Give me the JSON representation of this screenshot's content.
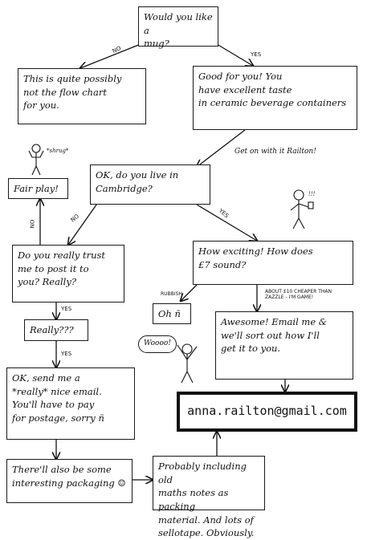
{
  "boxes": {
    "mug": "Would you like a\nmug?",
    "not_for_you": "This is quite possibly\nnot the flow chart\nfor you.",
    "good_for_you": "Good for you! You\nhave excellent taste\nin ceramic beverage containers",
    "cambridge": "OK, do you live in\nCambridge?",
    "fair_play": "Fair play!",
    "post_it": "Do you really trust\nme to post it to\nyou? Really?",
    "how_exciting": "How exciting! How does\n£7 sound?",
    "oh": "Oh ñ",
    "really": "Really???",
    "awesome": "Awesome! Email me &\nwe'll sort out how I'll\nget it to you.",
    "send_email": "OK, send me a\n*really* nice email.\nYou'll have to pay\nfor postage, sorry ñ",
    "email_address": "anna.railton@gmail.com",
    "packaging": "There'll also be some\ninteresting packaging ☺",
    "maths_notes": "Probably including old\nmaths notes as packing\nmaterial. And lots of\nsellotape. Obviously."
  },
  "labels": {
    "no1": "NO",
    "yes1": "YES",
    "no2": "NO",
    "yes2": "YES",
    "no3": "NO",
    "yes3": "YES",
    "yes4": "YES",
    "rubbish": "RUBBISH",
    "cheaper": "ABOUT £10 CHEAPER THAN\nZAZZLE - I'M GAME!"
  },
  "notes": {
    "get_on": "Get on with it Railton!",
    "shrug": "*shrug*",
    "woooo": "Woooo!",
    "cheers": "!!!"
  },
  "colors": {
    "ink": "#111111",
    "paper": "#ffffff"
  }
}
